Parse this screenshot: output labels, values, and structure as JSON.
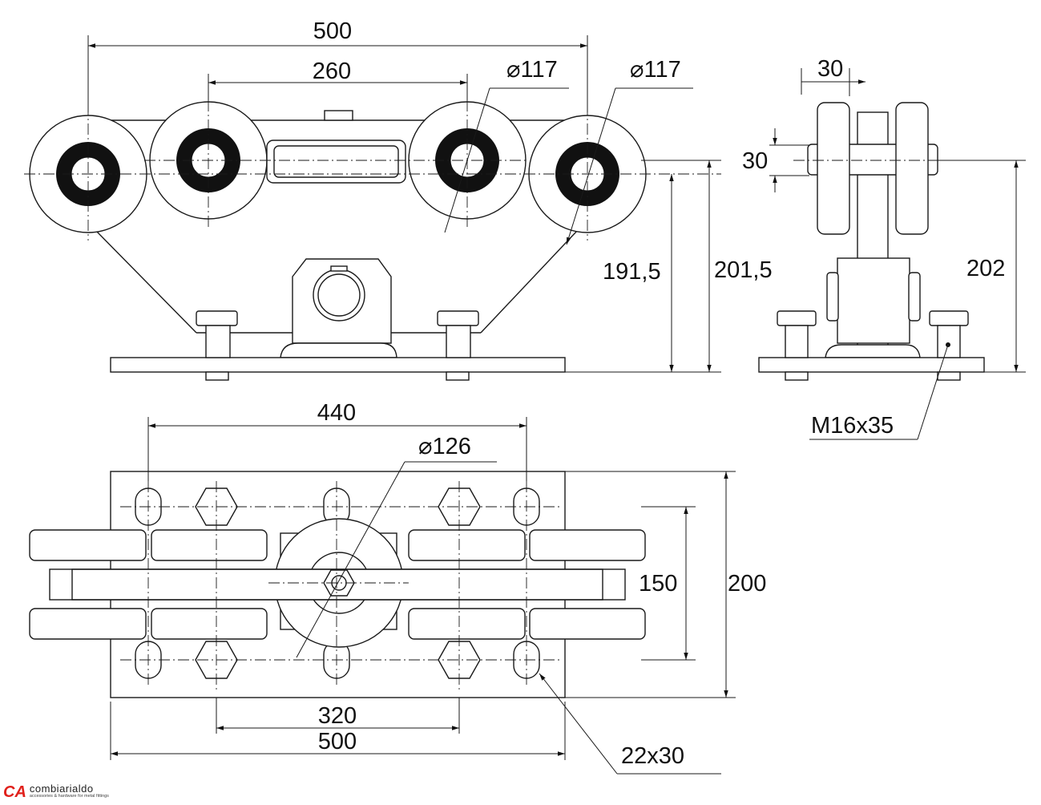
{
  "dimensions": {
    "front_wheelbase": "500",
    "front_inner": "260",
    "wheel_dia_1": "117",
    "wheel_dia_2": "117",
    "height_1": "191,5",
    "height_2": "201,5",
    "side_width": "30",
    "side_axle": "30",
    "side_height": "202",
    "bolt": "M16x35",
    "top_slots": "440",
    "top_disc": "126",
    "top_inner_w": "150",
    "top_outer_w": "200",
    "top_bolts": "320",
    "top_length": "500",
    "slot_size": "22x30"
  },
  "diameter_symbol": "⌀",
  "logo": {
    "mark": "CA",
    "name": "combiarialdo",
    "tagline": "accessories & hardware for metal fittings"
  }
}
